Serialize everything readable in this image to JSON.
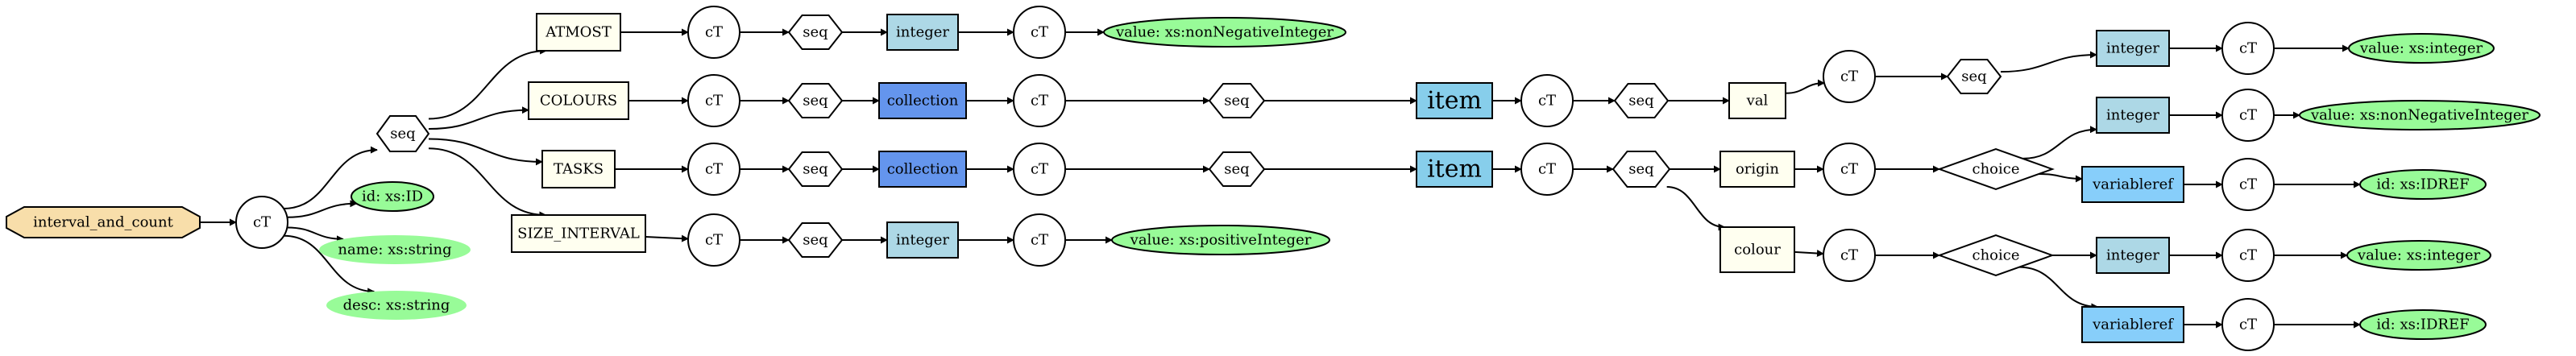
{
  "colors": {
    "root": "#f8deaa",
    "element": "#fffff0",
    "type_light": "#add8e6",
    "type_dark": "#6495ed",
    "type_sky": "#87cefa",
    "attribute": "#98fb98",
    "item": "#87ceeb",
    "white": "#ffffff"
  },
  "nodes": {
    "root": "interval_and_count",
    "ct": "cT",
    "seq": "seq",
    "choice": "choice",
    "atmost": "ATMOST",
    "colours": "COLOURS",
    "tasks": "TASKS",
    "size_interval": "SIZE_INTERVAL",
    "integer": "integer",
    "collection": "collection",
    "variableref": "variableref",
    "item": "item",
    "val": "val",
    "origin": "origin",
    "colour": "colour",
    "attr_id": "id: xs:ID",
    "attr_name": "name: xs:string",
    "attr_desc": "desc: xs:string",
    "value_nonneg": "value: xs:nonNegativeInteger",
    "value_pos": "value: xs:positiveInteger",
    "value_int": "value: xs:integer",
    "id_idref": "id: xs:IDREF"
  }
}
